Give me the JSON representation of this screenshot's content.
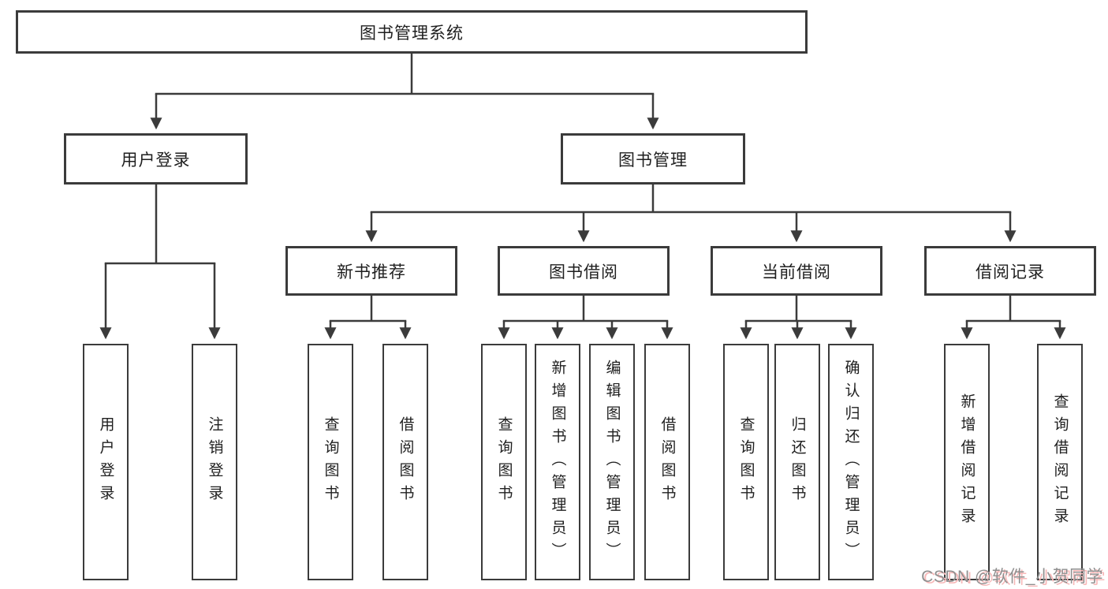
{
  "diagram_type": "hierarchy-tree",
  "colors": {
    "background": "#ffffff",
    "box_border": "#3b3b3b",
    "connector_line": "#3b3b3b",
    "node_text": "#1f1f1f",
    "watermark_text": "#8f8f8f",
    "watermark_shadow": "#f7b8b8"
  },
  "tree": {
    "root": {
      "label": "图书管理系统",
      "children": [
        {
          "label": "用户登录",
          "children": [
            {
              "label": "用户登录"
            },
            {
              "label": "注销登录"
            }
          ]
        },
        {
          "label": "图书管理",
          "children": [
            {
              "label": "新书推荐",
              "children": [
                {
                  "label": "查询图书"
                },
                {
                  "label": "借阅图书"
                }
              ]
            },
            {
              "label": "图书借阅",
              "children": [
                {
                  "label": "查询图书"
                },
                {
                  "label": "新增图书（管理员）"
                },
                {
                  "label": "编辑图书（管理员）"
                },
                {
                  "label": "借阅图书"
                }
              ]
            },
            {
              "label": "当前借阅",
              "children": [
                {
                  "label": "查询图书"
                },
                {
                  "label": "归还图书"
                },
                {
                  "label": "确认归还（管理员）"
                }
              ]
            },
            {
              "label": "借阅记录",
              "children": [
                {
                  "label": "新增借阅记录"
                },
                {
                  "label": "查询借阅记录"
                }
              ]
            }
          ]
        }
      ]
    }
  },
  "watermark": {
    "text": "CSDN @软件_小贺同学"
  }
}
